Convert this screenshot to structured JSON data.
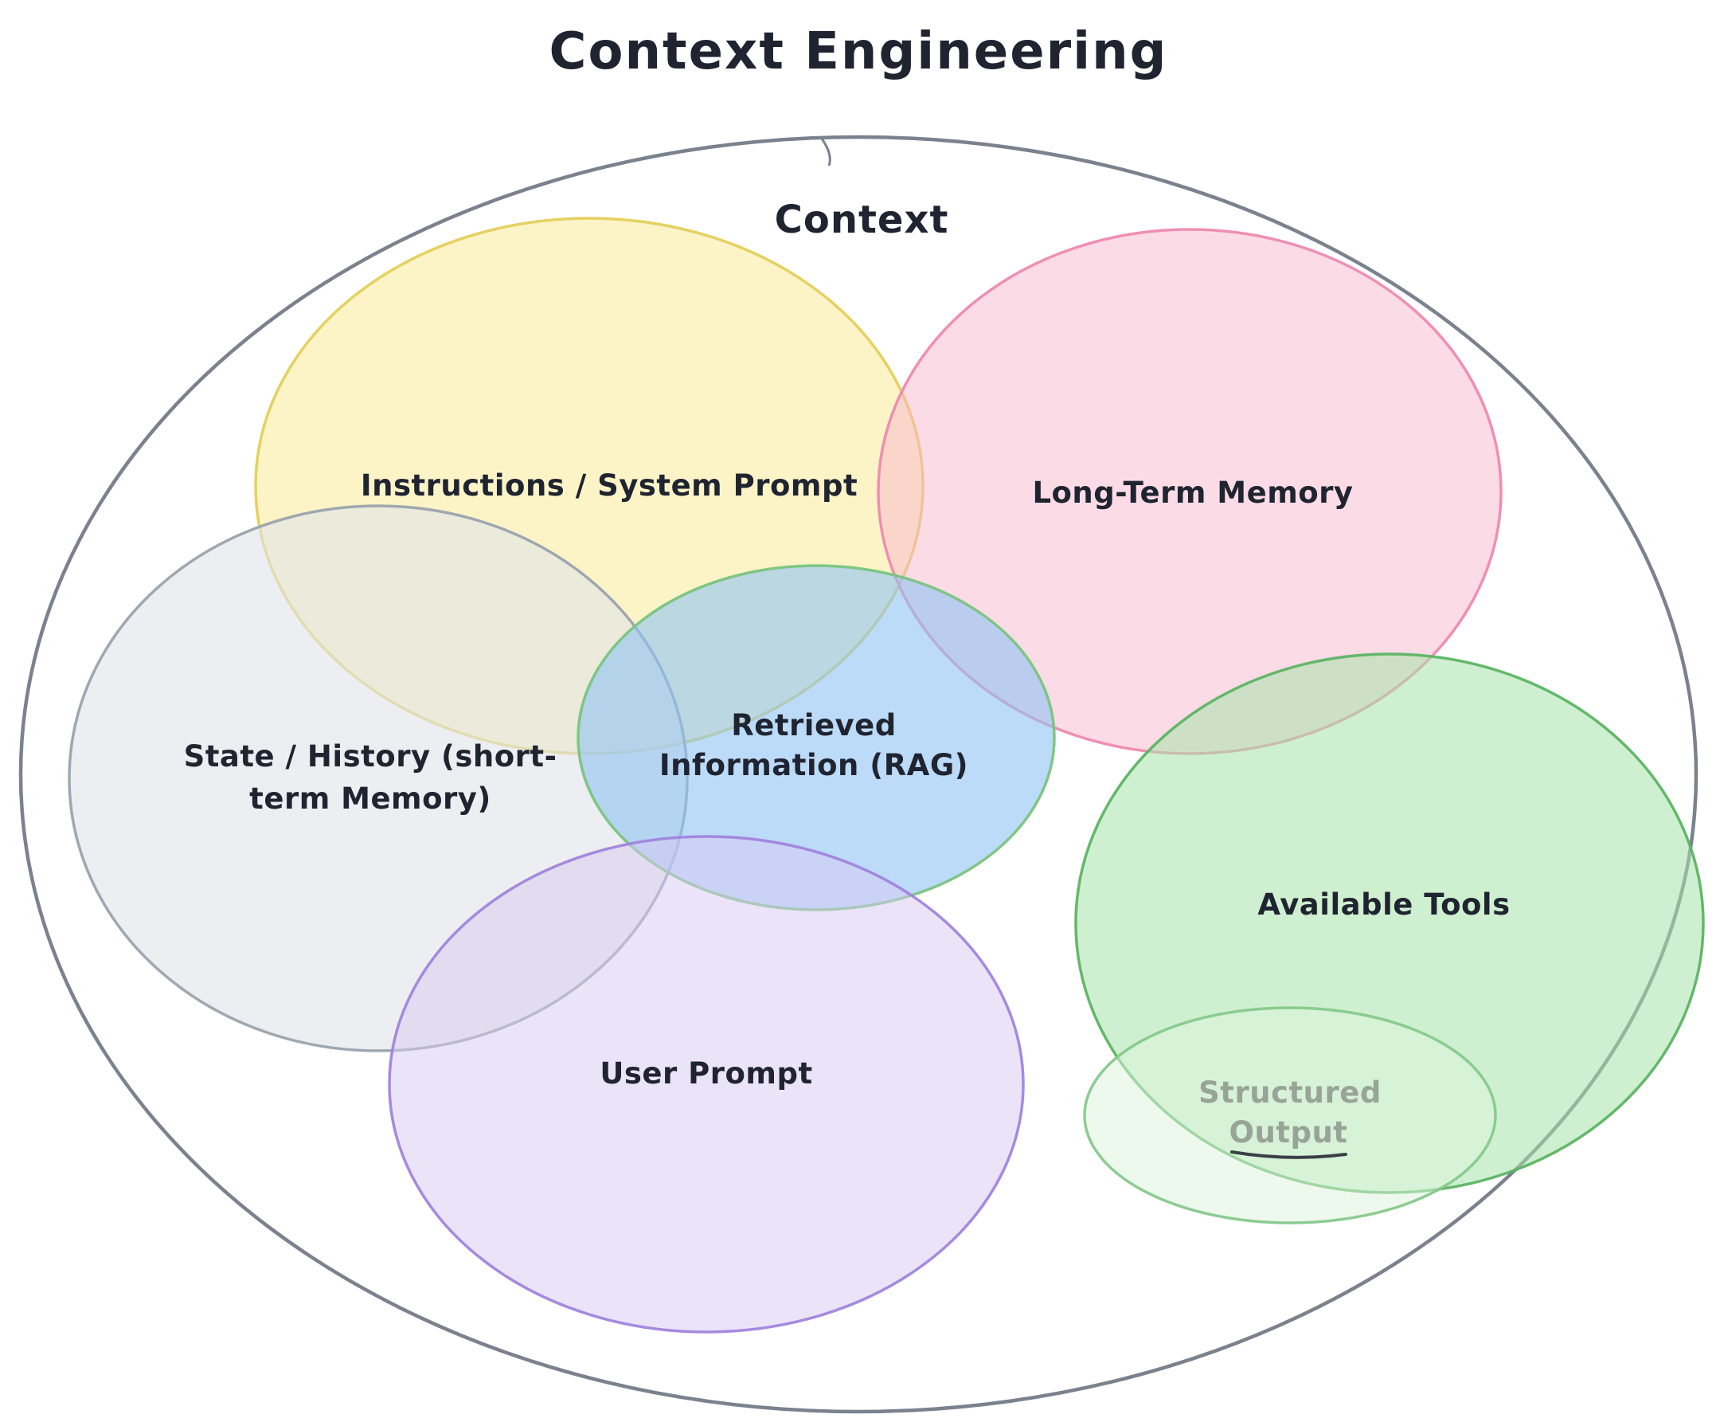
{
  "title": "Context Engineering",
  "diagram": {
    "outer_label": "Context",
    "outer_stroke": "#7b828e",
    "text_color": "#1f2430",
    "sets": {
      "instructions": {
        "label": "Instructions / System Prompt",
        "fill": "#f9e98f",
        "stroke": "#e4cf5a"
      },
      "long_term_memory": {
        "label": "Long-Term Memory",
        "fill": "#f7b8cd",
        "stroke": "#ee8aae"
      },
      "state_history": {
        "lines": [
          "State / History (short-",
          "term Memory)"
        ],
        "fill": "#dfe3e8",
        "stroke": "#9aa3ad"
      },
      "retrieved_information": {
        "lines": [
          "Retrieved",
          "Information (RAG)"
        ],
        "fill": "#8fc3f4",
        "stroke": "#79c47e"
      },
      "available_tools": {
        "label": "Available Tools",
        "fill": "#a8e3a9",
        "stroke": "#5cb463"
      },
      "user_prompt": {
        "label": "User Prompt",
        "fill": "#d7c9f2",
        "stroke": "#a184dd"
      },
      "structured_output": {
        "lines": [
          "Structured",
          "Output"
        ],
        "fill": "#ddf3dd",
        "stroke": "#86c98b",
        "text_color": "#97a497",
        "underline_color": "#3a3f45"
      }
    }
  }
}
